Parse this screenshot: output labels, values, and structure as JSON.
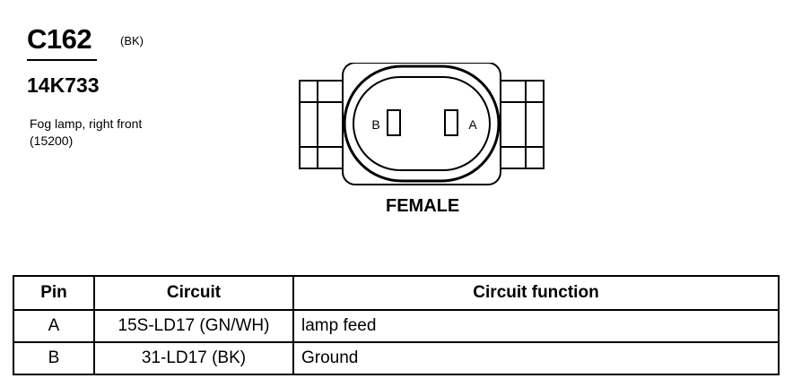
{
  "connector": {
    "id": "C162",
    "color_code": "(BK)",
    "part_number": "14K733",
    "description_lines": [
      "Fog lamp, right front",
      "(15200)"
    ]
  },
  "diagram": {
    "pin_labels": {
      "left": "B",
      "right": "A"
    },
    "gender": "FEMALE"
  },
  "table": {
    "headers": [
      "Pin",
      "Circuit",
      "Circuit function"
    ],
    "rows": [
      {
        "pin": "A",
        "circuit": "15S-LD17 (GN/WH)",
        "function": "lamp feed"
      },
      {
        "pin": "B",
        "circuit": "31-LD17 (BK)",
        "function": "Ground"
      }
    ]
  }
}
